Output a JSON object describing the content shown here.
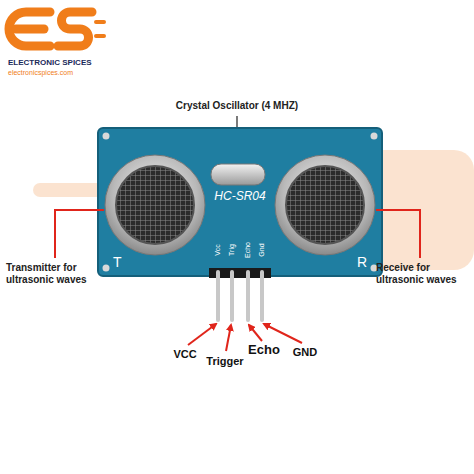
{
  "diagram": {
    "labels": [
      "ELECTRONIC SPICES",
      "electronicspices.com",
      "Crystal Oscillator (4 MHZ)",
      "HC-SR04",
      "T",
      "R",
      "Vcc",
      "Trig",
      "Echo",
      "Gnd",
      "Transmitter for ultrasonic waves",
      "Receive for ultrasonic waves",
      "VCC",
      "Trigger",
      "Echo",
      "GND"
    ]
  }
}
